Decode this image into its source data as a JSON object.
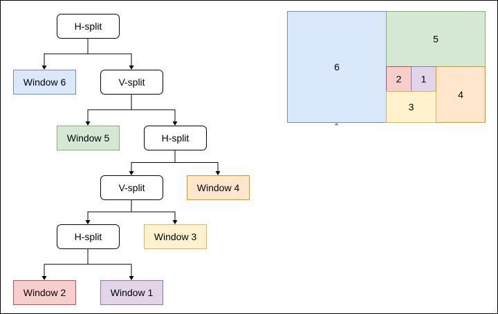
{
  "tree": {
    "nodes": [
      {
        "id": "h1",
        "label": "H-split",
        "kind": "split"
      },
      {
        "id": "w6",
        "label": "Window 6",
        "kind": "window",
        "color": "blue"
      },
      {
        "id": "v1",
        "label": "V-split",
        "kind": "split"
      },
      {
        "id": "w5",
        "label": "Window 5",
        "kind": "window",
        "color": "green"
      },
      {
        "id": "h2",
        "label": "H-split",
        "kind": "split"
      },
      {
        "id": "v2",
        "label": "V-split",
        "kind": "split"
      },
      {
        "id": "w4",
        "label": "Window 4",
        "kind": "window",
        "color": "orange"
      },
      {
        "id": "h3",
        "label": "H-split",
        "kind": "split"
      },
      {
        "id": "w3",
        "label": "Window 3",
        "kind": "window",
        "color": "yellow"
      },
      {
        "id": "w2",
        "label": "Window 2",
        "kind": "window",
        "color": "red"
      },
      {
        "id": "w1",
        "label": "Window 1",
        "kind": "window",
        "color": "purple"
      }
    ],
    "edges": [
      [
        "h1",
        "w6"
      ],
      [
        "h1",
        "v1"
      ],
      [
        "v1",
        "w5"
      ],
      [
        "v1",
        "h2"
      ],
      [
        "h2",
        "v2"
      ],
      [
        "h2",
        "w4"
      ],
      [
        "v2",
        "h3"
      ],
      [
        "v2",
        "w3"
      ],
      [
        "h3",
        "w2"
      ],
      [
        "h3",
        "w1"
      ]
    ]
  },
  "layout_preview": {
    "tiles": [
      {
        "id": "t6",
        "label": "6",
        "color": "blue"
      },
      {
        "id": "t5",
        "label": "5",
        "color": "green"
      },
      {
        "id": "t2",
        "label": "2",
        "color": "red"
      },
      {
        "id": "t1",
        "label": "1",
        "color": "purple"
      },
      {
        "id": "t4",
        "label": "4",
        "color": "orange"
      },
      {
        "id": "t3",
        "label": "3",
        "color": "yellow"
      }
    ]
  },
  "colors": {
    "split": {
      "fill": "#ffffff",
      "stroke": "#000000"
    },
    "blue": {
      "fill": "#dae8fc",
      "stroke": "#6c8ebf"
    },
    "green": {
      "fill": "#d5e8d4",
      "stroke": "#82b366"
    },
    "orange": {
      "fill": "#ffe6cc",
      "stroke": "#d79b00"
    },
    "yellow": {
      "fill": "#fff2cc",
      "stroke": "#d6b656"
    },
    "red": {
      "fill": "#f8cecc",
      "stroke": "#b85450"
    },
    "purple": {
      "fill": "#e1d5e7",
      "stroke": "#9673a6"
    }
  }
}
